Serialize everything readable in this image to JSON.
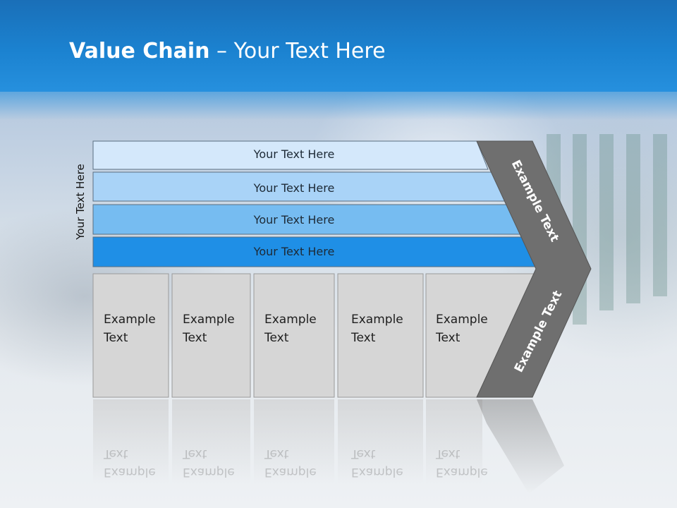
{
  "slide": {
    "title_bold": "Value Chain",
    "title_rest": " – Your Text Here",
    "side_label": "Your Text Here"
  },
  "rows": [
    {
      "label": "Your Text Here",
      "color": "#d4e8fb"
    },
    {
      "label": "Your Text Here",
      "color": "#a9d3f7"
    },
    {
      "label": "Your Text Here",
      "color": "#76bcf1"
    },
    {
      "label": "Your Text Here",
      "color": "#1f8fe6"
    }
  ],
  "boxes": [
    {
      "label": "Example\nText"
    },
    {
      "label": "Example\nText"
    },
    {
      "label": "Example\nText"
    },
    {
      "label": "Example\nText"
    },
    {
      "label": "Example\nText"
    }
  ],
  "chevron": {
    "upper_label": "Example Text",
    "lower_label": "Example Text",
    "color": "#6f6f6f"
  },
  "colors": {
    "header": "#1b82d0",
    "box_fill": "#d6d6d6"
  }
}
